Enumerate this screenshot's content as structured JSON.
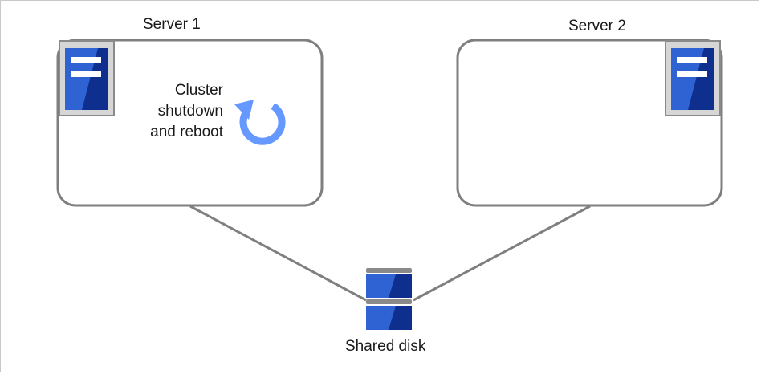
{
  "servers": [
    {
      "label": "Server 1"
    },
    {
      "label": "Server 2"
    }
  ],
  "action": {
    "lines": [
      "Cluster",
      "shutdown",
      "and reboot"
    ],
    "icon": "reboot-arrow-icon"
  },
  "disk": {
    "label": "Shared disk"
  },
  "colors": {
    "server_blue": "#2a56c6",
    "server_blue_dark": "#0f2f8f",
    "server_bezel": "#d6d6d6",
    "reboot_arrow": "#6699ff",
    "line_gray": "#7f7f7f"
  }
}
